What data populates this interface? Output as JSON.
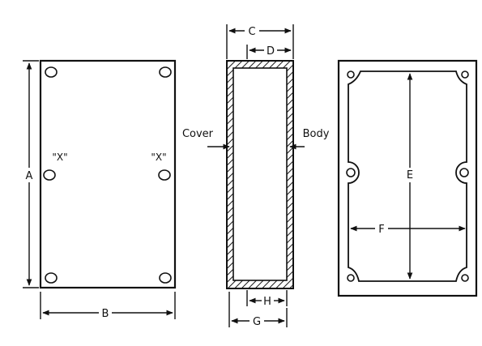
{
  "labels": {
    "a": "A",
    "b": "B",
    "c": "C",
    "d": "D",
    "e": "E",
    "f": "F",
    "g": "G",
    "h": "H",
    "x_left": "\"X\"",
    "x_right": "\"X\"",
    "cover": "Cover",
    "body": "Body"
  }
}
